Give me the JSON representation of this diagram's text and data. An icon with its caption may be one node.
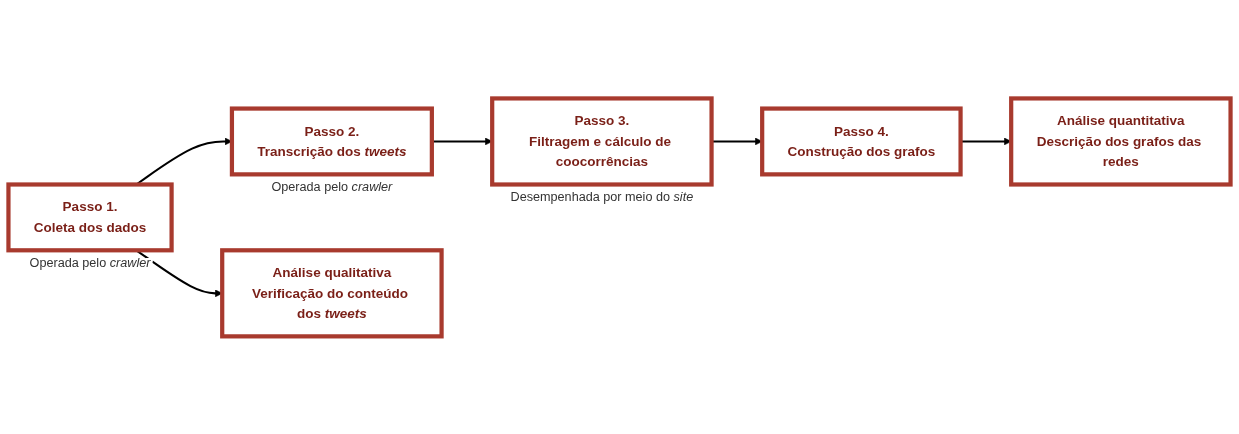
{
  "diagram": {
    "nodes": [
      {
        "text": [
          "Passo 1.",
          "Coleta dos dados"
        ],
        "beside": [
          "Operada pelo *crawler*"
        ]
      },
      {
        "text": [
          "Passo 2.",
          "Transcrição dos *tweets*"
        ],
        "beside": [
          "Operada pelo *crawler*"
        ]
      },
      {
        "text": [
          "Passo 3.",
          "Filtragem e cálculo de coocorrências"
        ],
        "beside": [
          "Desempenhada por meio do *site*"
        ]
      },
      {
        "text": [
          "Passo 4.",
          "Construção dos grafos"
        ]
      },
      {
        "text": [
          "Análise quantitativa",
          "Descrição dos grafos das redes"
        ]
      },
      {
        "text": [
          "Análise qualitativa",
          "Verificação do conteúdo dos *tweets*"
        ]
      }
    ],
    "edges": [
      {
        "from": 0,
        "to": 1,
        "arrow": "to"
      },
      {
        "from": 1,
        "to": 2,
        "arrow": "to"
      },
      {
        "from": 2,
        "to": 3,
        "arrow": "to"
      },
      {
        "from": 3,
        "to": 4,
        "arrow": "to"
      },
      {
        "from": 0,
        "to": 5,
        "arrow": "to"
      }
    ]
  }
}
